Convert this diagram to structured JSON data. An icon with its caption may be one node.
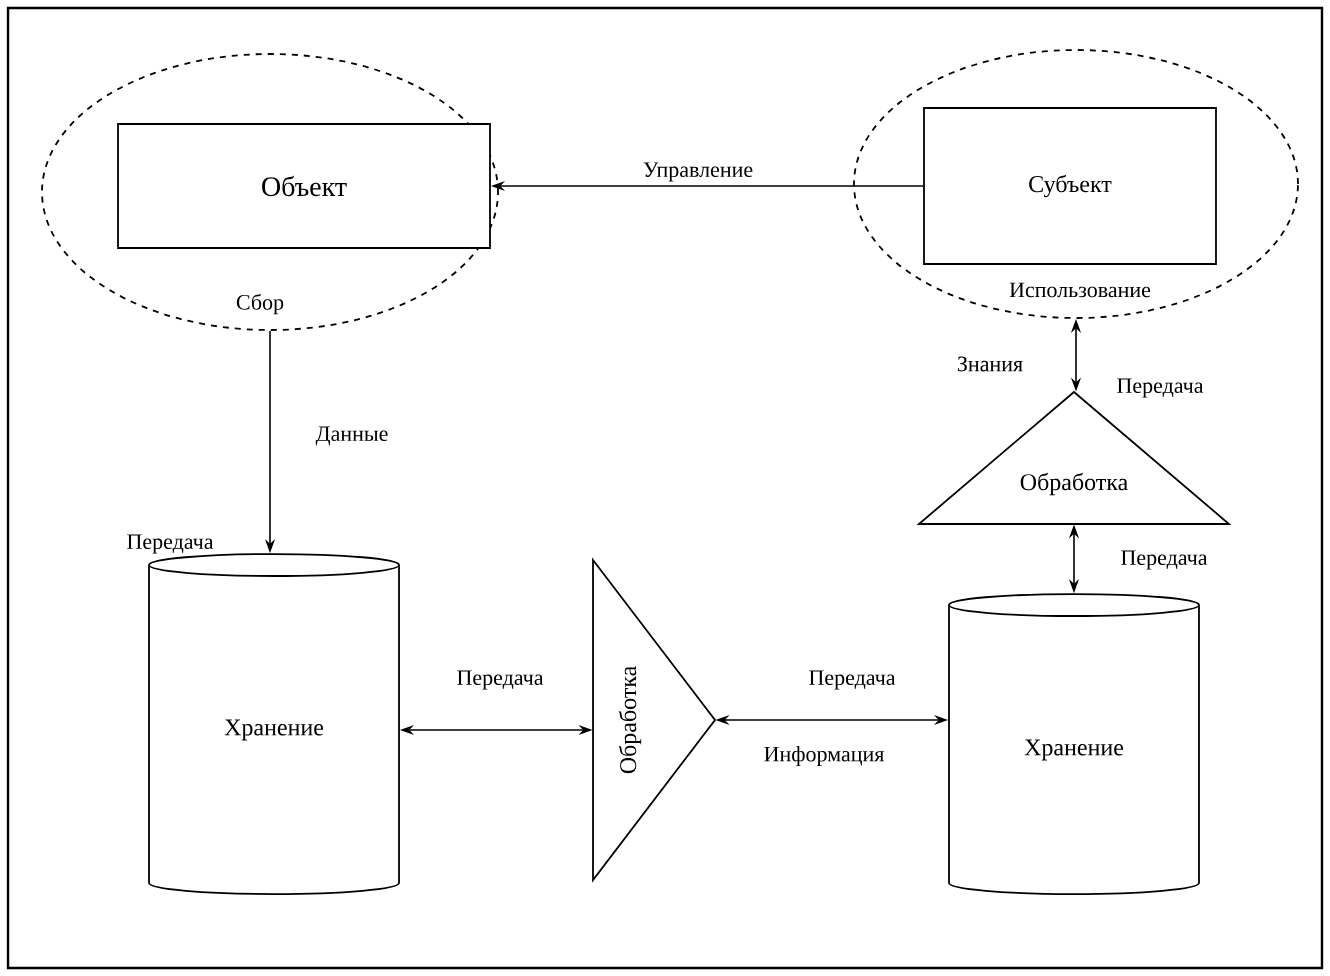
{
  "diagram": {
    "nodes": [
      {
        "text": [
          "Сбор"
        ]
      },
      {
        "text": [
          "Объект"
        ],
        "in": 0
      },
      {
        "text": [
          "Использование"
        ]
      },
      {
        "text": [
          "Субъект"
        ],
        "in": 2
      },
      {
        "text": [
          "Хранение"
        ]
      },
      {
        "text": [
          "Обработка"
        ]
      },
      {
        "text": [
          "Хранение"
        ]
      },
      {
        "text": [
          "Обработка"
        ]
      }
    ],
    "edges": [
      {
        "from": 3,
        "to": 1,
        "arrow": "to",
        "label": "Управление"
      },
      {
        "from": 0,
        "to": 4,
        "arrow": "to",
        "label": "Данные"
      },
      {
        "from": 4,
        "to": 5,
        "arrow": "both",
        "label": "Передача"
      },
      {
        "from": 5,
        "to": 6,
        "arrow": "both",
        "label": "Передача"
      },
      {
        "from": 7,
        "to": 6,
        "arrow": "both",
        "label": "Передача"
      },
      {
        "from": 2,
        "to": 7,
        "arrow": "both",
        "label": "Передача"
      }
    ],
    "labels": [
      "Передача",
      "Информация",
      "Знания"
    ]
  }
}
